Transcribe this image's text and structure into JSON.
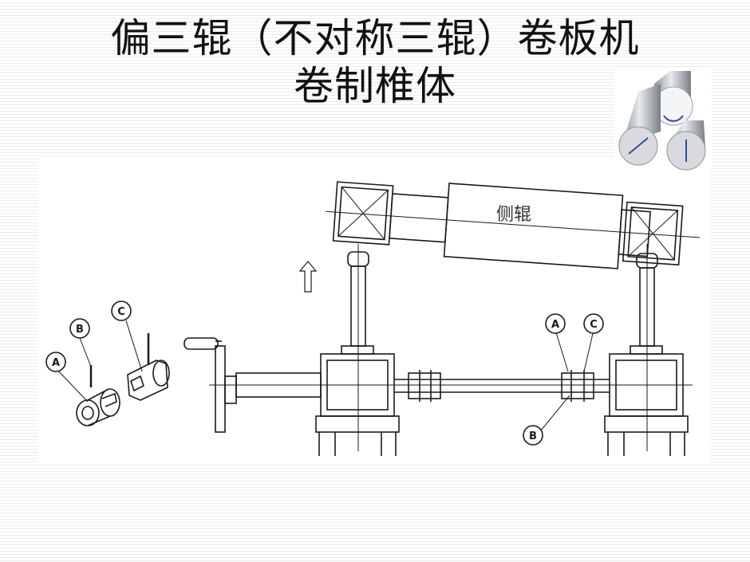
{
  "slide": {
    "title_line1": "偏三辊（不对称三辊）卷板机",
    "title_line2": "卷制椎体"
  },
  "diagram": {
    "side_roll_label": "侧辊",
    "left_coupling_labels": {
      "a": "A",
      "b": "B",
      "c": "C"
    },
    "right_coupling_labels": {
      "a": "A",
      "b": "B",
      "c": "C"
    }
  },
  "rolls_icon": {
    "icon": "three-rolls-icon",
    "roll_color": "#b9bcc2",
    "arrow_color": "#2f4f9a"
  }
}
